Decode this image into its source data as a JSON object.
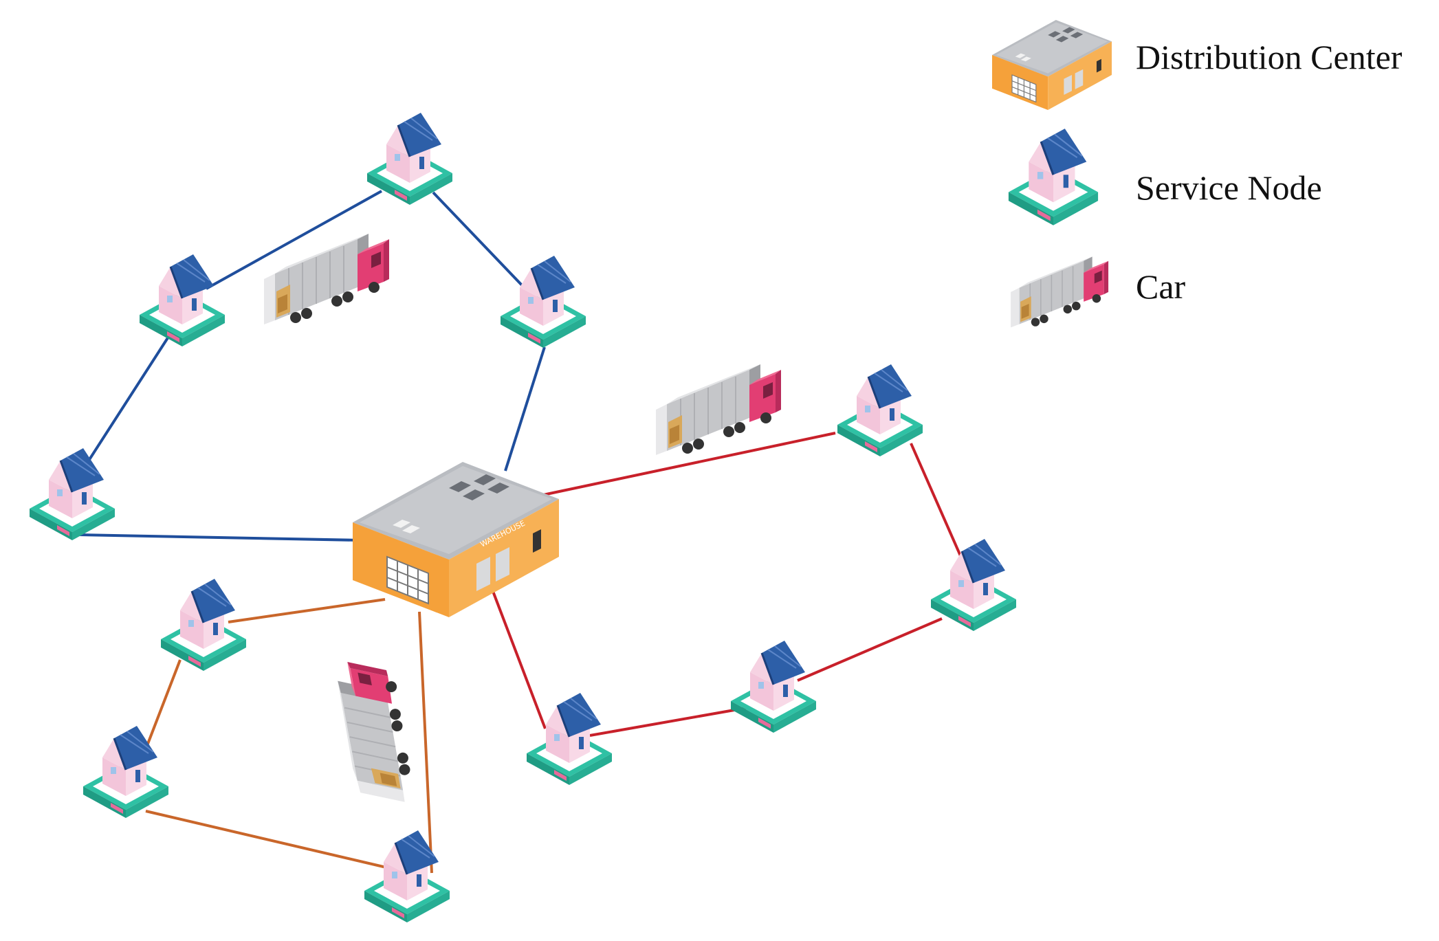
{
  "legend": {
    "distribution_center": "Distribution Center",
    "service_node": "Service Node",
    "car": "Car"
  },
  "warehouse_sign": "WAREHOUSE",
  "routes": [
    {
      "id": "route-blue",
      "color": "#1f4e9c"
    },
    {
      "id": "route-red",
      "color": "#c8202a"
    },
    {
      "id": "route-orange",
      "color": "#c9662a"
    }
  ],
  "colors": {
    "roof_blue": "#2d5fa8",
    "house_wall": "#f5cde0",
    "base_teal": "#2fc1a4",
    "warehouse_orange": "#f5a13a",
    "warehouse_roof": "#b9bcc1",
    "truck_cab": "#e23e73",
    "truck_body": "#c9cacd"
  },
  "icons": {
    "distribution_center": "warehouse-icon",
    "service_node": "house-icon",
    "car": "truck-icon"
  }
}
